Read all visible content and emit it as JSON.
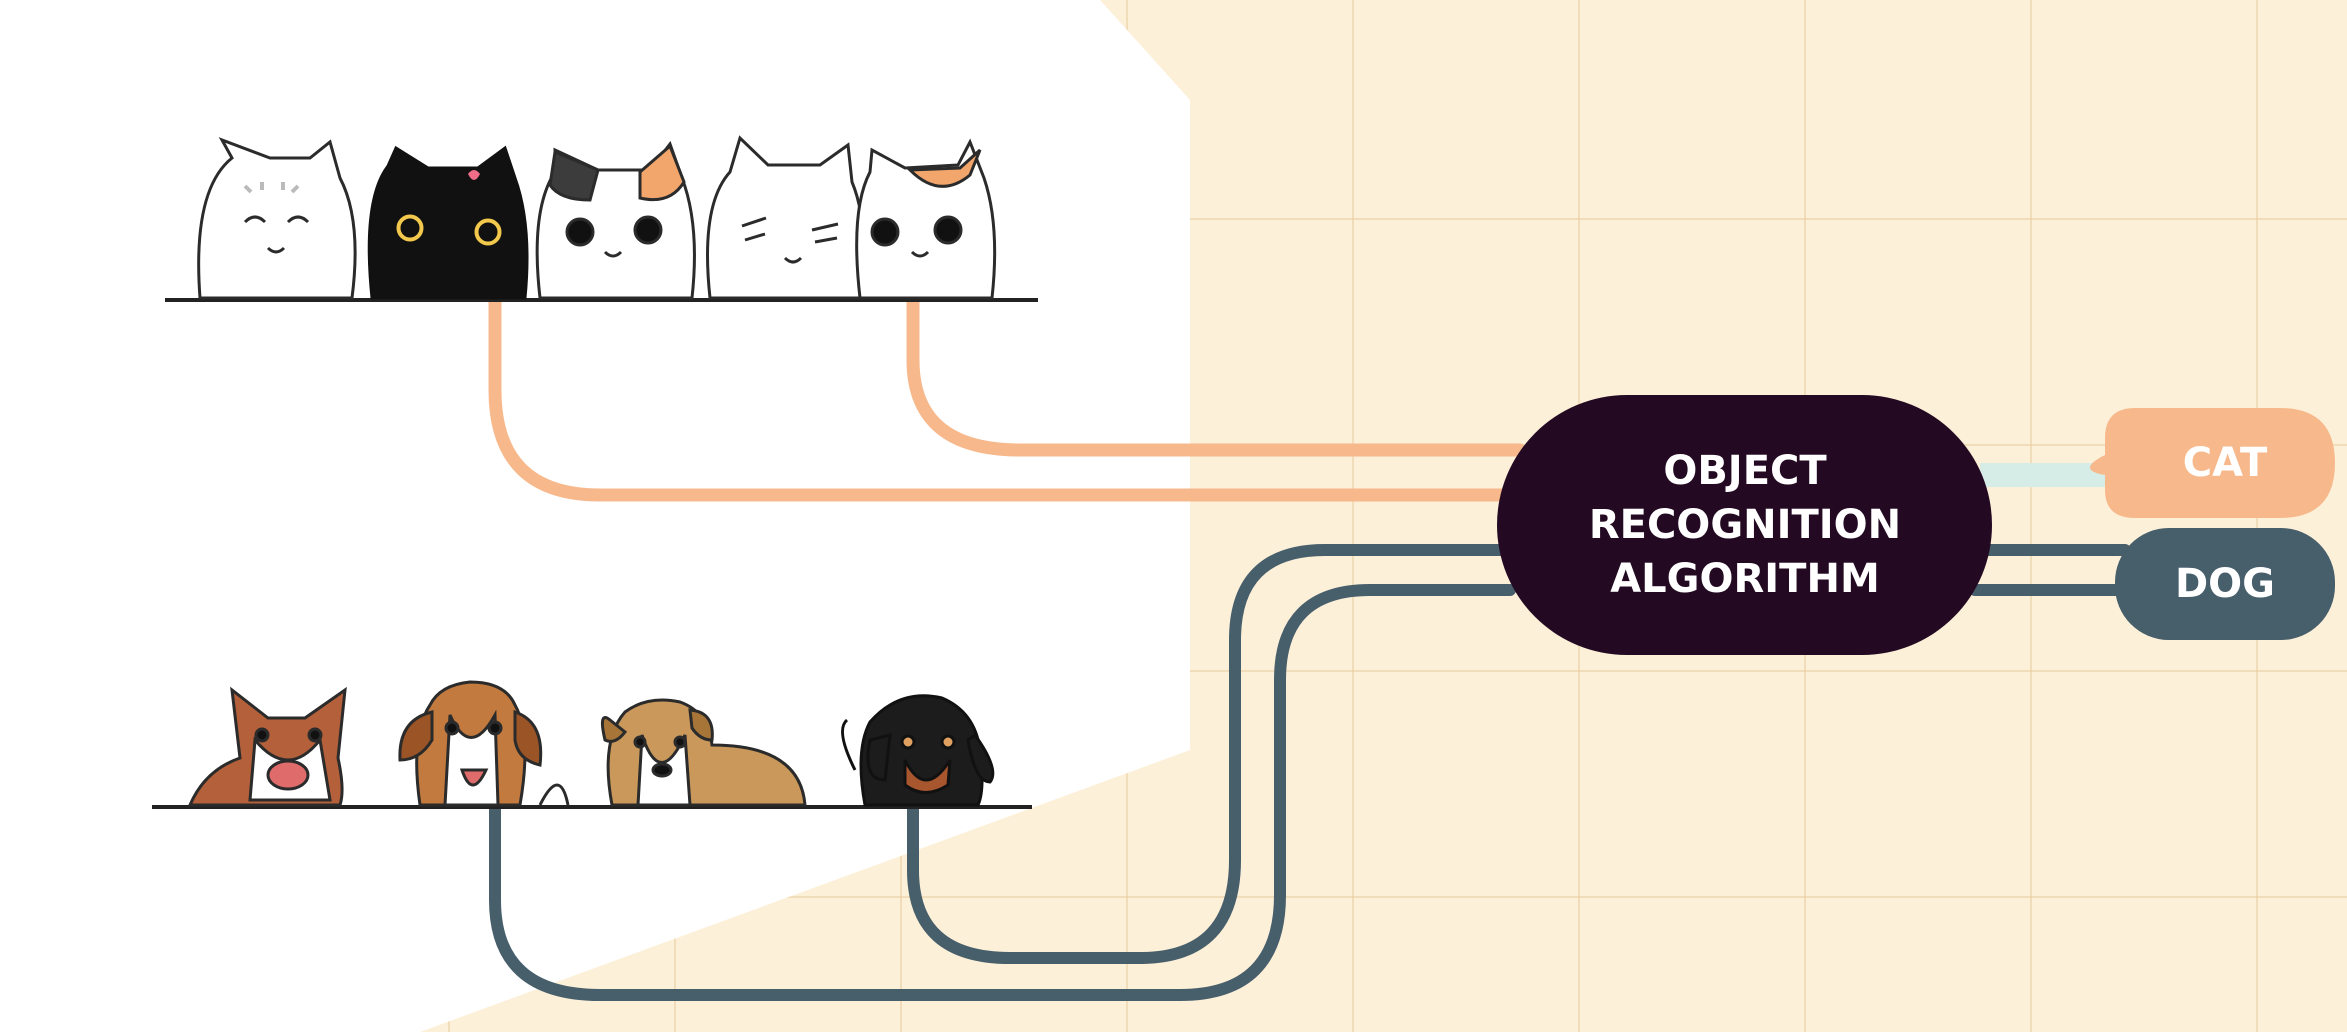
{
  "diagram": {
    "center_node": {
      "label_lines": [
        "OBJECT",
        "RECOGNITION",
        "ALGORITHM"
      ]
    },
    "outputs": [
      {
        "label": "CAT",
        "color": "#f7b98c"
      },
      {
        "label": "DOG",
        "color": "#475e6b"
      }
    ],
    "groups": [
      {
        "name": "cats",
        "line_color": "#f7b98c",
        "count": 5
      },
      {
        "name": "dogs",
        "line_color": "#475e6b",
        "count": 4
      }
    ]
  },
  "colors": {
    "background": "#fdf0d9",
    "grid": "#e8cea0",
    "panel": "#ffffff",
    "center_node": "#230a22",
    "cat_line": "#f7b98c",
    "dog_line": "#475e6b"
  }
}
